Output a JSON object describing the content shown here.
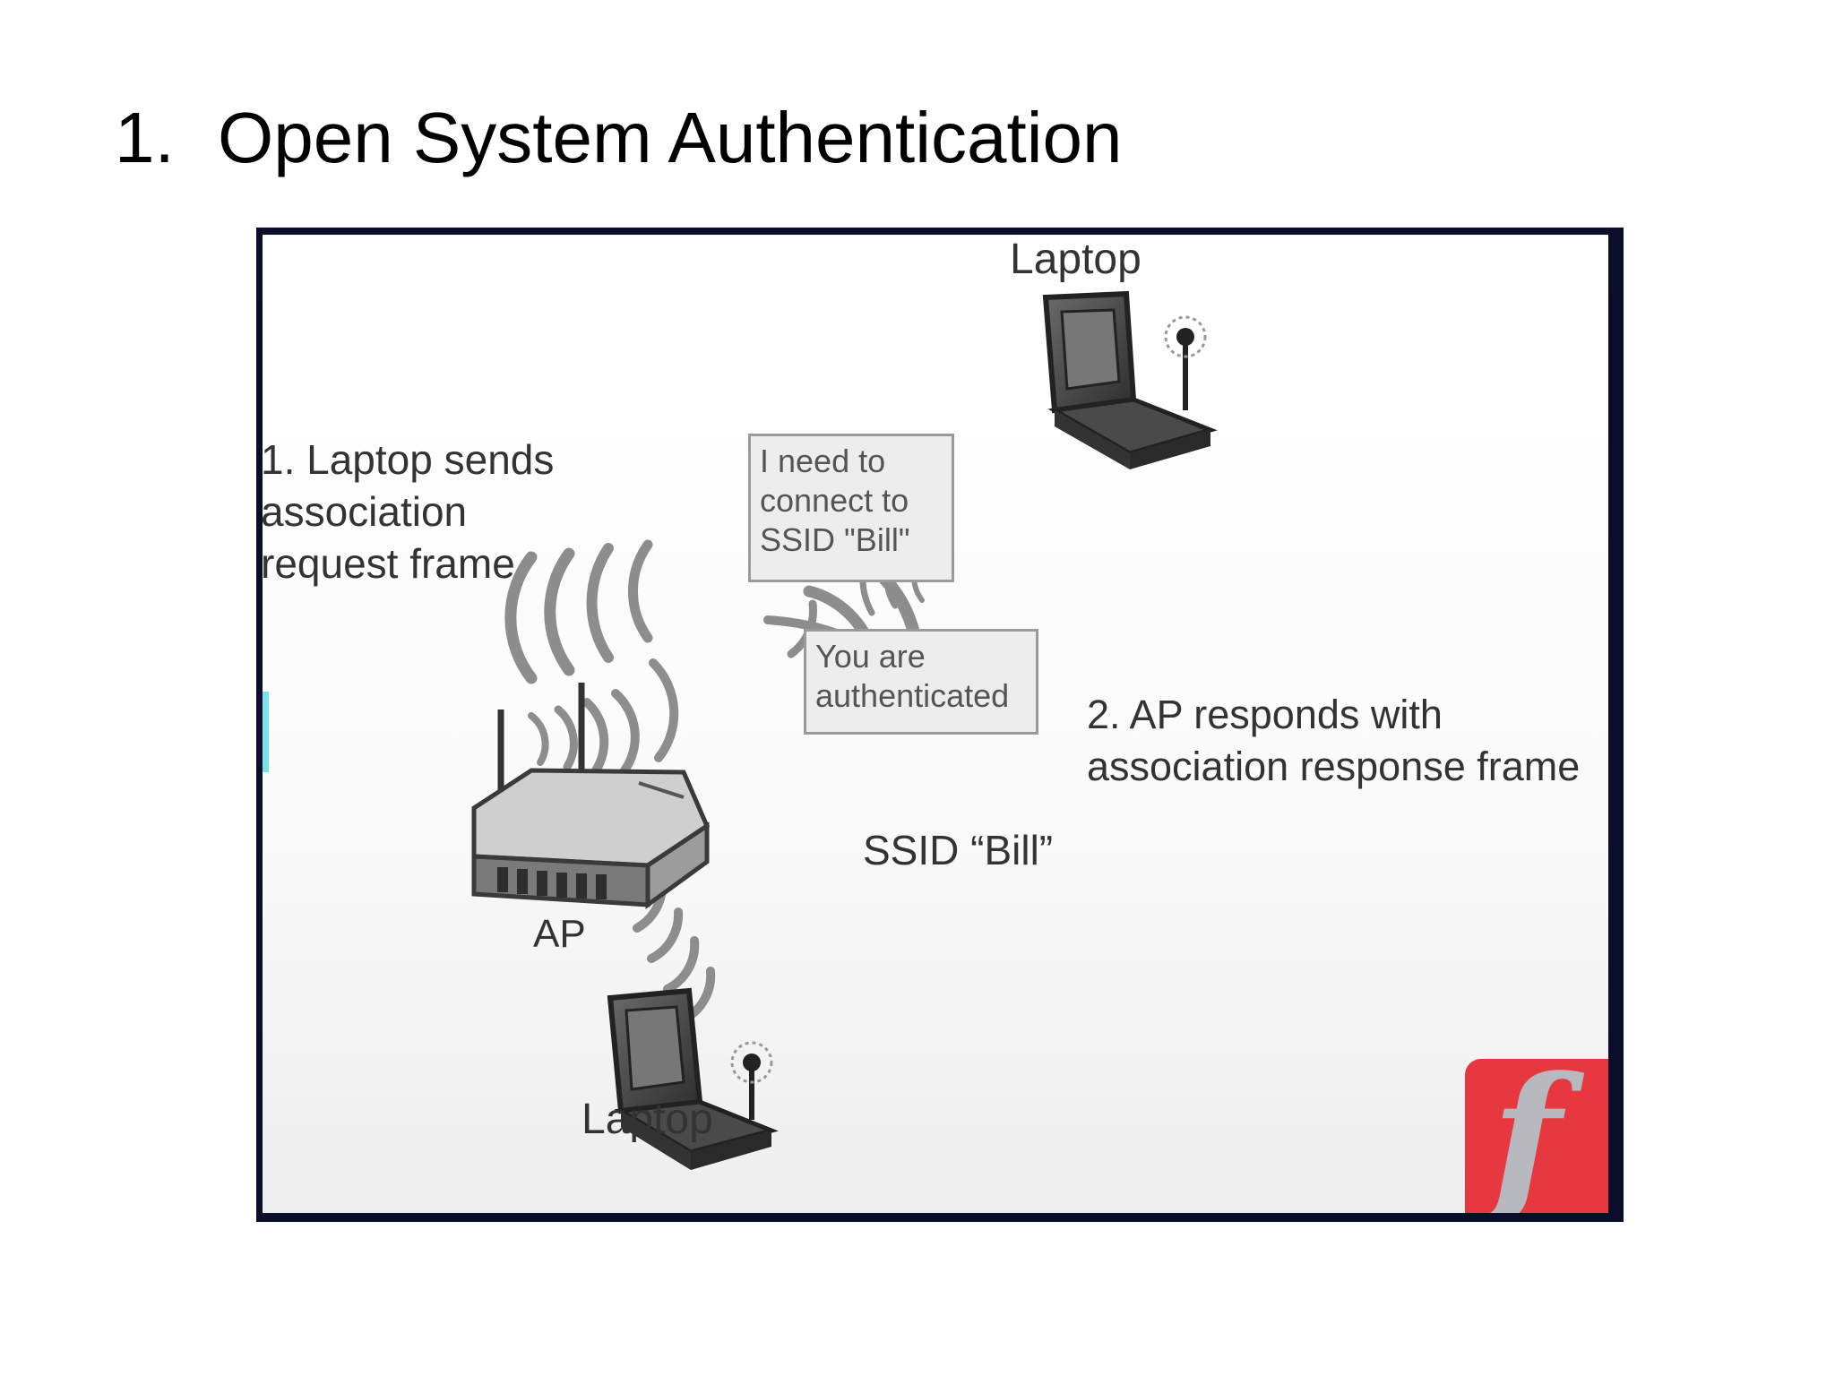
{
  "slide": {
    "number": "1.",
    "title": "Open System Authentication"
  },
  "diagram": {
    "step1_text": "1. Laptop sends association request frame",
    "step2_line1": "2. AP responds with",
    "step2_line2": "association response frame",
    "callout_request": "I need to connect to SSID \"Bill\"",
    "callout_response": "You are authenticated",
    "ssid_label": "SSID “Bill”",
    "ap_label": "AP",
    "laptop_top_label": "Laptop",
    "laptop_bottom_label": "Laptop"
  },
  "logo": {
    "glyph": "f",
    "background_color": "#e8383f",
    "glyph_color": "#b7b9bf"
  },
  "colors": {
    "frame": "#0c0d2a",
    "wave": "#8f8f8f",
    "device": "#3a3a3a"
  }
}
